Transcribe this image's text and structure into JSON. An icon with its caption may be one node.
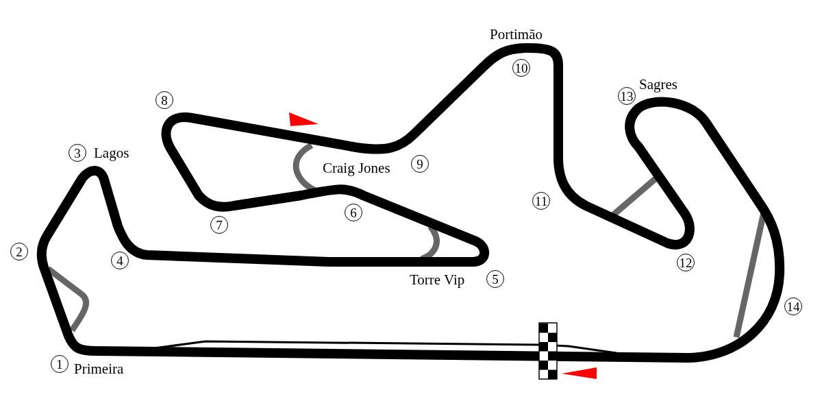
{
  "diagram": {
    "nodes": [
      {
        "text": [
          "1"
        ],
        "beside": [
          "Primeira"
        ]
      },
      {
        "text": [
          "2"
        ]
      },
      {
        "text": [
          "3"
        ],
        "beside": [
          "Lagos"
        ]
      },
      {
        "text": [
          "4"
        ]
      },
      {
        "text": [
          "5"
        ],
        "beside": [
          "Torre Vip"
        ]
      },
      {
        "text": [
          "6"
        ]
      },
      {
        "text": [
          "7"
        ]
      },
      {
        "text": [
          "8"
        ]
      },
      {
        "text": [
          "9"
        ],
        "beside": [
          "Craig Jones"
        ]
      },
      {
        "text": [
          "10"
        ],
        "beside": [
          "Portimão"
        ]
      },
      {
        "text": [
          "11"
        ]
      },
      {
        "text": [
          "12"
        ]
      },
      {
        "text": [
          "13"
        ],
        "beside": [
          "Sagres"
        ]
      },
      {
        "text": [
          "14"
        ]
      }
    ]
  }
}
